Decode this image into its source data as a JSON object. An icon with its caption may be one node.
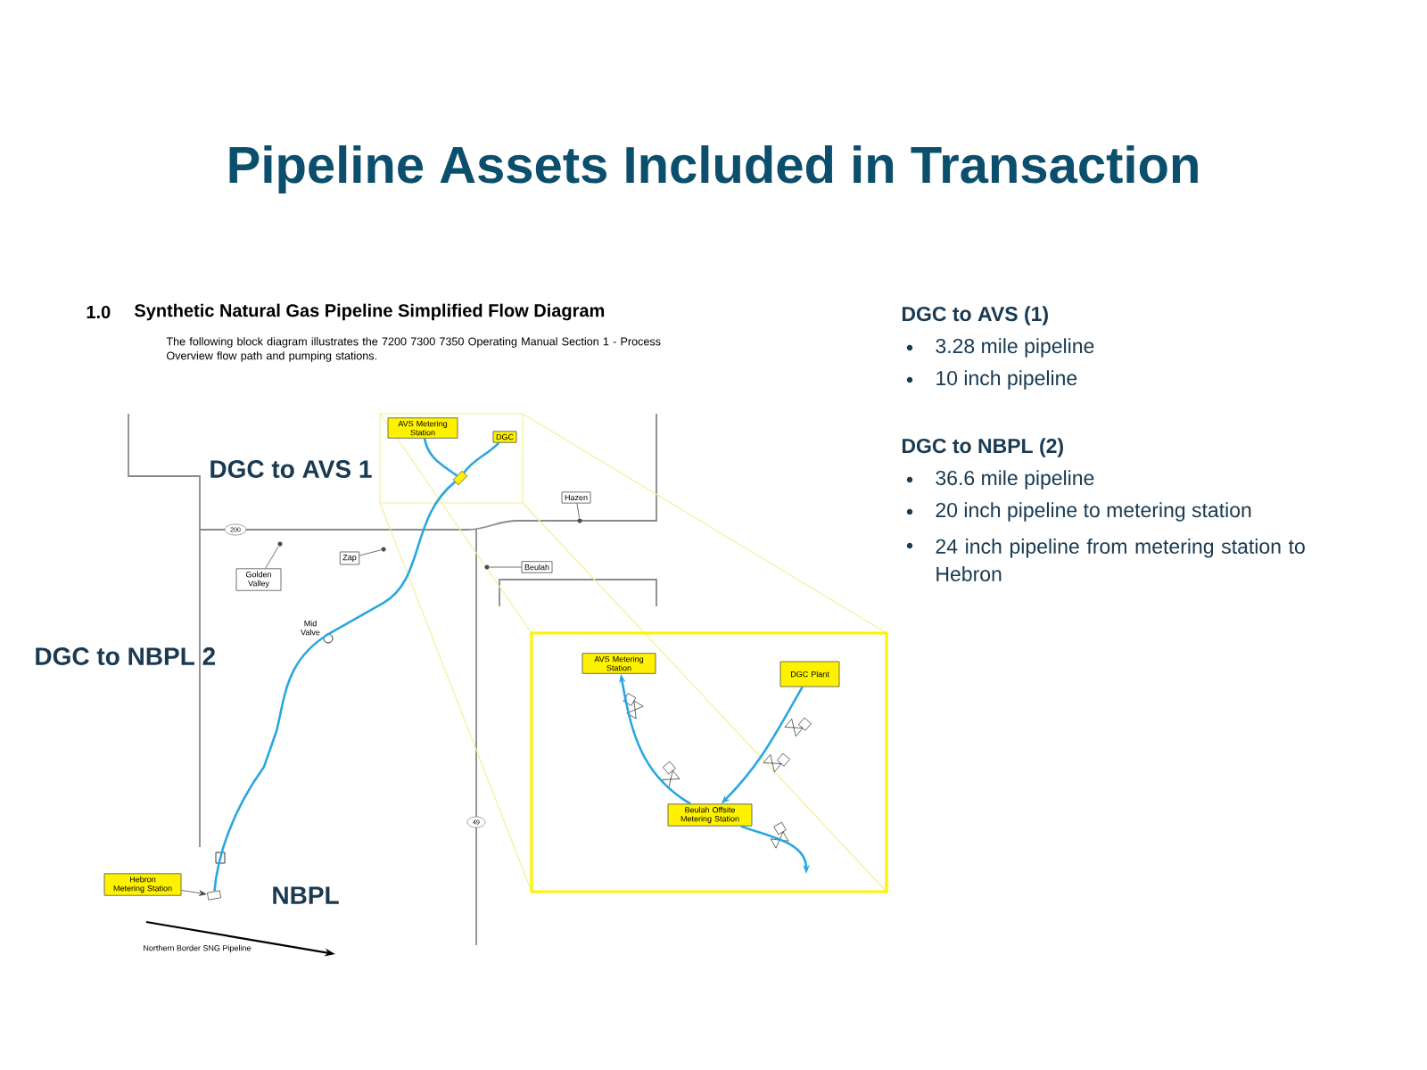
{
  "diagram": {
    "title": "Pipeline Assets Included in Transaction",
    "nodes": [
      {
        "text": [
          "AVS Metering Station"
        ]
      },
      {
        "text": [
          "DGC"
        ]
      },
      {
        "text": [],
        "shape": "box"
      },
      {
        "text": [
          "Hazen"
        ]
      },
      {
        "text": [
          "Golden Valley"
        ]
      },
      {
        "text": [
          "Zap"
        ]
      },
      {
        "text": [
          "Beulah"
        ]
      },
      {
        "text": [
          "Hebron Metering Station"
        ]
      },
      {
        "text": [],
        "shape": "box"
      },
      {
        "text": [
          "AVS Metering Station"
        ]
      },
      {
        "text": [
          "DGC Plant"
        ]
      },
      {
        "text": [
          "Beulah Offsite Metering Station"
        ]
      },
      {
        "text": [],
        "shape": "circle"
      },
      {
        "text": [],
        "shape": "circle"
      },
      {
        "text": [],
        "shape": "circle"
      },
      {
        "text": [],
        "shape": "circle"
      }
    ],
    "edges": [
      {
        "from": 1,
        "to": 2,
        "arrow": "none"
      },
      {
        "from": 2,
        "to": 0,
        "arrow": "none"
      },
      {
        "from": 2,
        "to": 8,
        "arrow": "none"
      },
      {
        "from": 3,
        "to": 15,
        "arrow": "none",
        "color": "#4c4c4c"
      },
      {
        "from": 4,
        "to": 12,
        "arrow": "none",
        "color": "#4c4c4c"
      },
      {
        "from": 5,
        "to": 13,
        "arrow": "none",
        "color": "#4c4c4c"
      },
      {
        "from": 6,
        "to": 14,
        "arrow": "none",
        "color": "#4c4c4c"
      },
      {
        "from": 7,
        "to": 8,
        "arrow": "to",
        "color": "#4c4c4c"
      },
      {
        "from": 10,
        "to": 11,
        "arrow": "to"
      },
      {
        "from": 11,
        "to": 9,
        "arrow": "to"
      },
      {
        "from": 11,
        "to": null,
        "arrow": "to"
      }
    ],
    "labels": [
      "1.0",
      "Synthetic Natural Gas Pipeline Simplified Flow Diagram",
      "The following block diagram illustrates the 7200 7300 7350 Operating Manual Section 1 - Process Overview flow path and pumping stations.",
      "DGC to AVS 1",
      "200",
      "Mid Valve",
      "DGC to NBPL 2",
      "49",
      "NBPL",
      "Northern Border SNG Pipeline",
      "DGC to AVS (1)",
      "3.28 mile pipeline",
      "10 inch pipeline",
      "DGC to NBPL (2)",
      "36.6 mile pipeline",
      "20 inch pipeline to metering station",
      "24 inch pipeline from metering station to Hebron"
    ]
  }
}
